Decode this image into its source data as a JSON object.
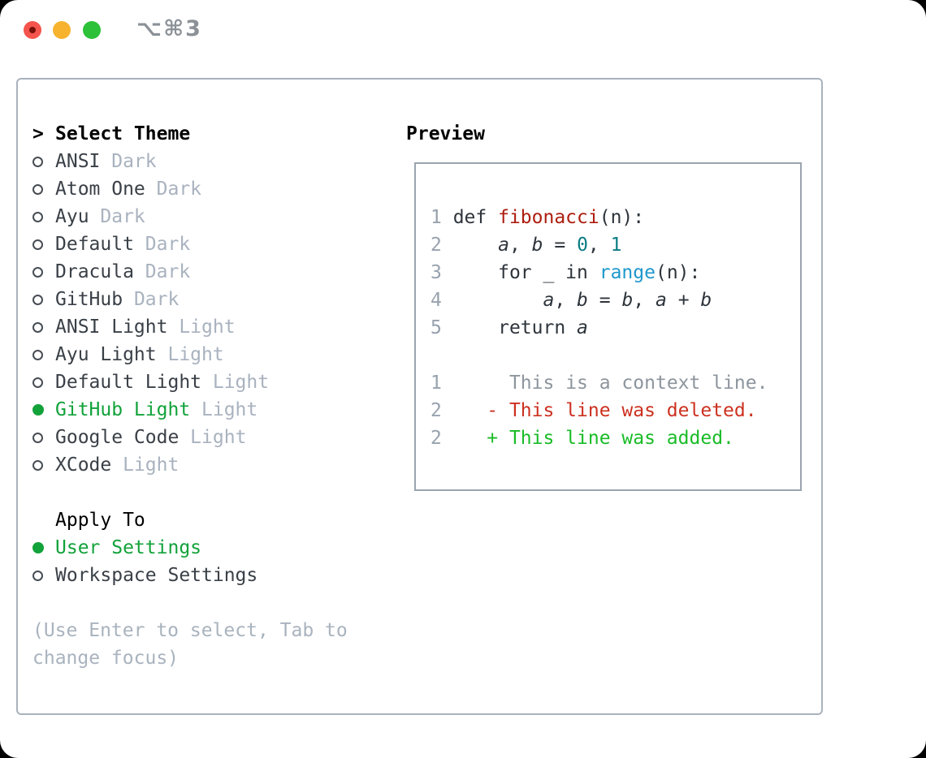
{
  "window": {
    "hotkey_label": "⌥⌘3",
    "controls": [
      {
        "name": "close",
        "color": "#f4544d"
      },
      {
        "name": "minimize",
        "color": "#f7b32e"
      },
      {
        "name": "maximize",
        "color": "#2cc138"
      }
    ]
  },
  "theme_picker": {
    "prompt": ">",
    "title": "Select Theme",
    "themes": [
      {
        "name": "ANSI",
        "variant": "Dark",
        "selected": false
      },
      {
        "name": "Atom One",
        "variant": "Dark",
        "selected": false
      },
      {
        "name": "Ayu",
        "variant": "Dark",
        "selected": false
      },
      {
        "name": "Default",
        "variant": "Dark",
        "selected": false
      },
      {
        "name": "Dracula",
        "variant": "Dark",
        "selected": false
      },
      {
        "name": "GitHub",
        "variant": "Dark",
        "selected": false
      },
      {
        "name": "ANSI Light",
        "variant": "Light",
        "selected": false
      },
      {
        "name": "Ayu Light",
        "variant": "Light",
        "selected": false
      },
      {
        "name": "Default Light",
        "variant": "Light",
        "selected": false
      },
      {
        "name": "GitHub Light",
        "variant": "Light",
        "selected": true
      },
      {
        "name": "Google Code",
        "variant": "Light",
        "selected": false
      },
      {
        "name": "XCode",
        "variant": "Light",
        "selected": false
      }
    ],
    "apply_to": {
      "title": "Apply To",
      "options": [
        {
          "name": "User Settings",
          "selected": true
        },
        {
          "name": "Workspace Settings",
          "selected": false
        }
      ]
    },
    "hint_lines": [
      "(Use Enter to select, Tab to",
      "change focus)"
    ]
  },
  "preview": {
    "title": "Preview",
    "code_lines": [
      [
        {
          "t": "1 ",
          "c": "ln"
        },
        {
          "t": "def ",
          "c": "codetxt"
        },
        {
          "t": "fibonacci",
          "c": "fn"
        },
        {
          "t": "(n):",
          "c": "codetxt"
        }
      ],
      [
        {
          "t": "2 ",
          "c": "ln"
        },
        {
          "t": "    ",
          "c": "codetxt"
        },
        {
          "t": "a",
          "c": "var"
        },
        {
          "t": ", ",
          "c": "codetxt"
        },
        {
          "t": "b",
          "c": "var"
        },
        {
          "t": " = ",
          "c": "codetxt"
        },
        {
          "t": "0",
          "c": "num"
        },
        {
          "t": ", ",
          "c": "codetxt"
        },
        {
          "t": "1",
          "c": "num"
        }
      ],
      [
        {
          "t": "3 ",
          "c": "ln"
        },
        {
          "t": "    for _ in ",
          "c": "codetxt"
        },
        {
          "t": "range",
          "c": "builtin"
        },
        {
          "t": "(n):",
          "c": "codetxt"
        }
      ],
      [
        {
          "t": "4 ",
          "c": "ln"
        },
        {
          "t": "        ",
          "c": "codetxt"
        },
        {
          "t": "a",
          "c": "var"
        },
        {
          "t": ", ",
          "c": "codetxt"
        },
        {
          "t": "b",
          "c": "var"
        },
        {
          "t": " = ",
          "c": "codetxt"
        },
        {
          "t": "b",
          "c": "var"
        },
        {
          "t": ", ",
          "c": "codetxt"
        },
        {
          "t": "a",
          "c": "var"
        },
        {
          "t": " + ",
          "c": "codetxt"
        },
        {
          "t": "b",
          "c": "var"
        }
      ],
      [
        {
          "t": "5 ",
          "c": "ln"
        },
        {
          "t": "    return ",
          "c": "codetxt"
        },
        {
          "t": "a",
          "c": "var"
        }
      ],
      [],
      [
        {
          "t": "1 ",
          "c": "ln"
        },
        {
          "t": "     ",
          "c": "codetxt"
        },
        {
          "t": "This is a context line.",
          "c": "ctx"
        }
      ],
      [
        {
          "t": "2 ",
          "c": "ln"
        },
        {
          "t": "   ",
          "c": "codetxt"
        },
        {
          "t": "- This line was deleted.",
          "c": "del"
        }
      ],
      [
        {
          "t": "2 ",
          "c": "ln"
        },
        {
          "t": "   ",
          "c": "codetxt"
        },
        {
          "t": "+ This line was added.",
          "c": "add"
        }
      ]
    ]
  },
  "colors": {
    "selected_green": "#12a23a",
    "added_green": "#1abc27",
    "deleted_red": "#cc3120",
    "function_red": "#ad1d0f",
    "number_teal": "#0b7d84",
    "builtin_blue": "#1e97cc",
    "muted_gray": "#a9b2bf",
    "panel_border": "#a9b2bd",
    "preview_border": "#9aa4af"
  }
}
